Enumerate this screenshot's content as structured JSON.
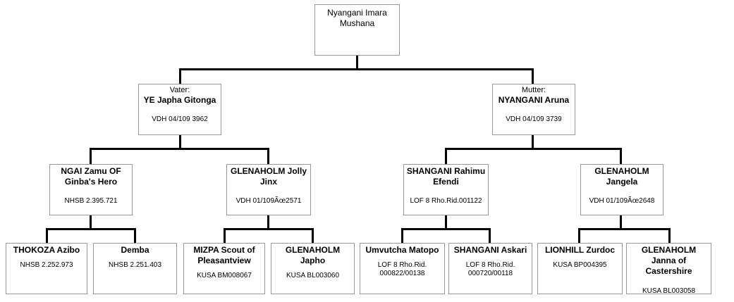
{
  "root": {
    "name": "Nyangani Imara Mushana"
  },
  "father": {
    "role": "Vater:",
    "name": "YE Japha Gitonga",
    "reg": "VDH 04/109 3962"
  },
  "mother": {
    "role": "Mutter:",
    "name": "NYANGANI Aruna",
    "reg": "VDH 04/109 3739"
  },
  "gen2": [
    {
      "name": "NGAI Zamu OF Ginba's Hero",
      "reg": "NHSB 2.395.721"
    },
    {
      "name": "GLENAHOLM Jolly Jinx",
      "reg": "VDH 01/109Ãœ2571"
    },
    {
      "name": "SHANGANI Rahimu Efendi",
      "reg": "LOF 8 Rho.Rid.001122"
    },
    {
      "name": "GLENAHOLM Jangela",
      "reg": "VDH 01/109Ãœ2648"
    }
  ],
  "gen3": [
    {
      "name": "THOKOZA Azibo",
      "reg": "NHSB 2.252.973"
    },
    {
      "name": "Demba",
      "reg": "NHSB 2.251.403"
    },
    {
      "name": "MIZPA Scout of Pleasantview",
      "reg": "KUSA BM008067"
    },
    {
      "name": "GLENAHOLM Japho",
      "reg": "KUSA BL003060"
    },
    {
      "name": "Umvutcha Matopo",
      "reg": "LOF 8 Rho.Rid. 000822/00138"
    },
    {
      "name": "SHANGANI Askari",
      "reg": "LOF 8 Rho.Rid. 000720/00118"
    },
    {
      "name": "LIONHILL Zurdoc",
      "reg": "KUSA BP004395"
    },
    {
      "name": "GLENAHOLM Janna of Castershire",
      "reg": "KUSA BL003058"
    }
  ]
}
